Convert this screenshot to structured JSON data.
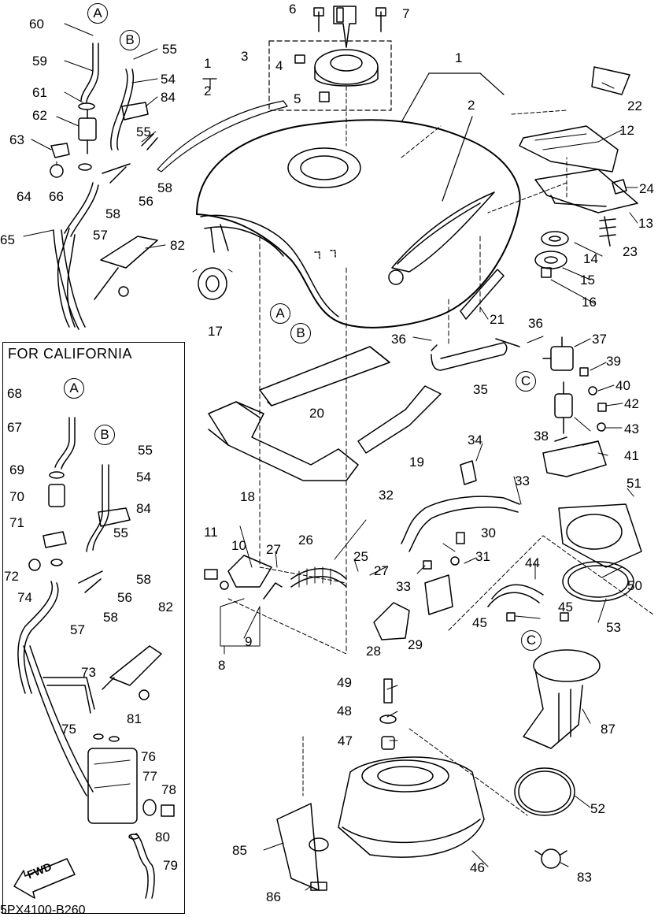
{
  "box_title": "FOR CALIFORNIA",
  "drawing_code": "5PX4100-B260",
  "fwd_label": "FWD",
  "callouts": {
    "A": "A",
    "B": "B",
    "C": "C"
  },
  "parts": {
    "p1": "1",
    "p2": "2",
    "p3": "3",
    "p4": "4",
    "p5": "5",
    "p6": "6",
    "p7": "7",
    "p8": "8",
    "p9": "9",
    "p10": "10",
    "p11": "11",
    "p12": "12",
    "p13": "13",
    "p14": "14",
    "p15": "15",
    "p16": "16",
    "p17": "17",
    "p18": "18",
    "p19": "19",
    "p20": "20",
    "p21": "21",
    "p22": "22",
    "p23": "23",
    "p24": "24",
    "p25": "25",
    "p26": "26",
    "p27": "27",
    "p28": "28",
    "p29": "29",
    "p30": "30",
    "p31": "31",
    "p32": "32",
    "p33": "33",
    "p34": "34",
    "p35": "35",
    "p36": "36",
    "p37": "37",
    "p38": "38",
    "p39": "39",
    "p40": "40",
    "p41": "41",
    "p42": "42",
    "p43": "43",
    "p44": "44",
    "p45": "45",
    "p46": "46",
    "p47": "47",
    "p48": "48",
    "p49": "49",
    "p50": "50",
    "p51": "51",
    "p52": "52",
    "p53": "53",
    "p54": "54",
    "p55": "55",
    "p56": "56",
    "p57": "57",
    "p58": "58",
    "p59": "59",
    "p60": "60",
    "p61": "61",
    "p62": "62",
    "p63": "63",
    "p64": "64",
    "p65": "65",
    "p66": "66",
    "p67": "67",
    "p68": "68",
    "p69": "69",
    "p70": "70",
    "p71": "71",
    "p72": "72",
    "p73": "73",
    "p74": "74",
    "p75": "75",
    "p76": "76",
    "p77": "77",
    "p78": "78",
    "p79": "79",
    "p80": "80",
    "p81": "81",
    "p82": "82",
    "p83": "83",
    "p84": "84",
    "p85": "85",
    "p86": "86",
    "p87": "87"
  }
}
